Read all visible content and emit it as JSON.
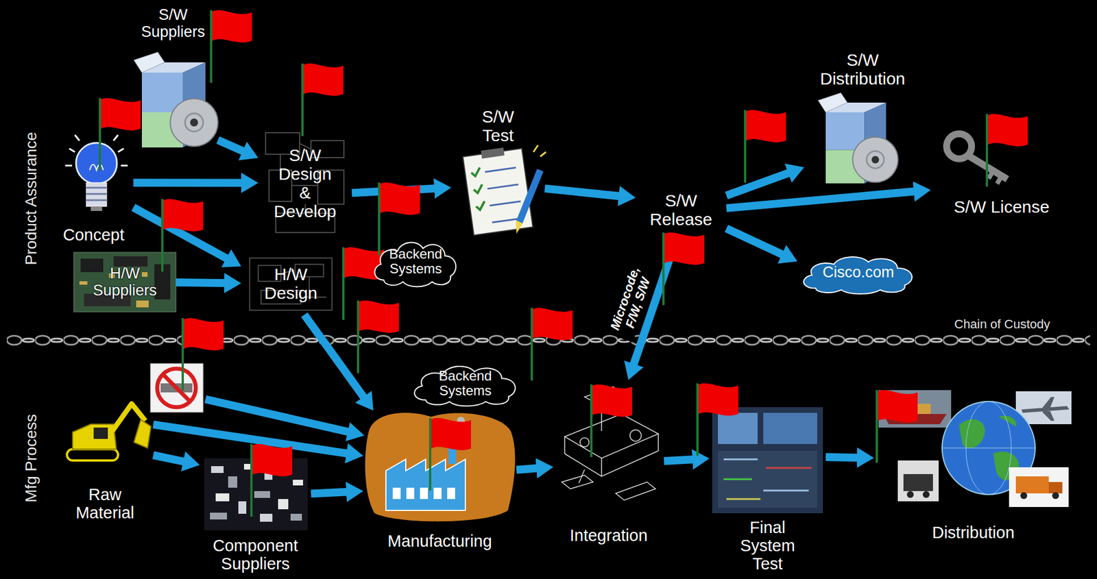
{
  "diagram": {
    "nodes": [
      {
        "text": [
          "S/W Suppliers"
        ]
      },
      {
        "text": [
          "Concept"
        ]
      },
      {
        "text": [
          "S/W Design & Develop"
        ]
      },
      {
        "text": [
          "H/W Suppliers"
        ]
      },
      {
        "text": [
          "H/W Design"
        ]
      },
      {
        "text": [
          "Backend Systems"
        ]
      },
      {
        "text": [
          "S/W Test"
        ]
      },
      {
        "text": [
          "S/W Release"
        ]
      },
      {
        "text": [
          "S/W Distribution"
        ]
      },
      {
        "text": [
          "S/W License"
        ]
      },
      {
        "text": [
          "Cisco.com"
        ]
      },
      {
        "text": [
          "Raw Material"
        ]
      },
      {
        "text": [
          "Component Suppliers"
        ]
      },
      {
        "text": [
          "Manufacturing"
        ]
      },
      {
        "text": [
          "Backend Systems"
        ]
      },
      {
        "text": [
          "Integration"
        ]
      },
      {
        "text": [
          "Final System Test"
        ]
      },
      {
        "text": [
          "Distribution"
        ]
      }
    ],
    "edges": [
      {
        "from": 0,
        "to": 2,
        "arrow": "to"
      },
      {
        "from": 1,
        "to": 2,
        "arrow": "to"
      },
      {
        "from": 1,
        "to": 4,
        "arrow": "to"
      },
      {
        "from": 3,
        "to": 4,
        "arrow": "to"
      },
      {
        "from": 2,
        "to": 6,
        "arrow": "to"
      },
      {
        "from": 6,
        "to": 7,
        "arrow": "to"
      },
      {
        "from": 7,
        "to": 8,
        "arrow": "to"
      },
      {
        "from": 7,
        "to": 9,
        "arrow": "to"
      },
      {
        "from": 7,
        "to": 10,
        "arrow": "to"
      },
      {
        "from": 7,
        "to": 15,
        "arrow": "to",
        "label": "Microcode, F/W, S/W"
      },
      {
        "from": 4,
        "to": 13,
        "arrow": "to"
      },
      {
        "from": 11,
        "to": 13,
        "arrow": "to"
      },
      {
        "from": 11,
        "to": 12,
        "arrow": "to"
      },
      {
        "from": 12,
        "to": 13,
        "arrow": "to"
      },
      {
        "from": 13,
        "to": 15,
        "arrow": "to"
      },
      {
        "from": 15,
        "to": 16,
        "arrow": "to"
      },
      {
        "from": 16,
        "to": 17,
        "arrow": "to"
      }
    ],
    "labels": [
      "Product Assurance",
      "Mfg Process",
      "Chain of Custody"
    ]
  }
}
